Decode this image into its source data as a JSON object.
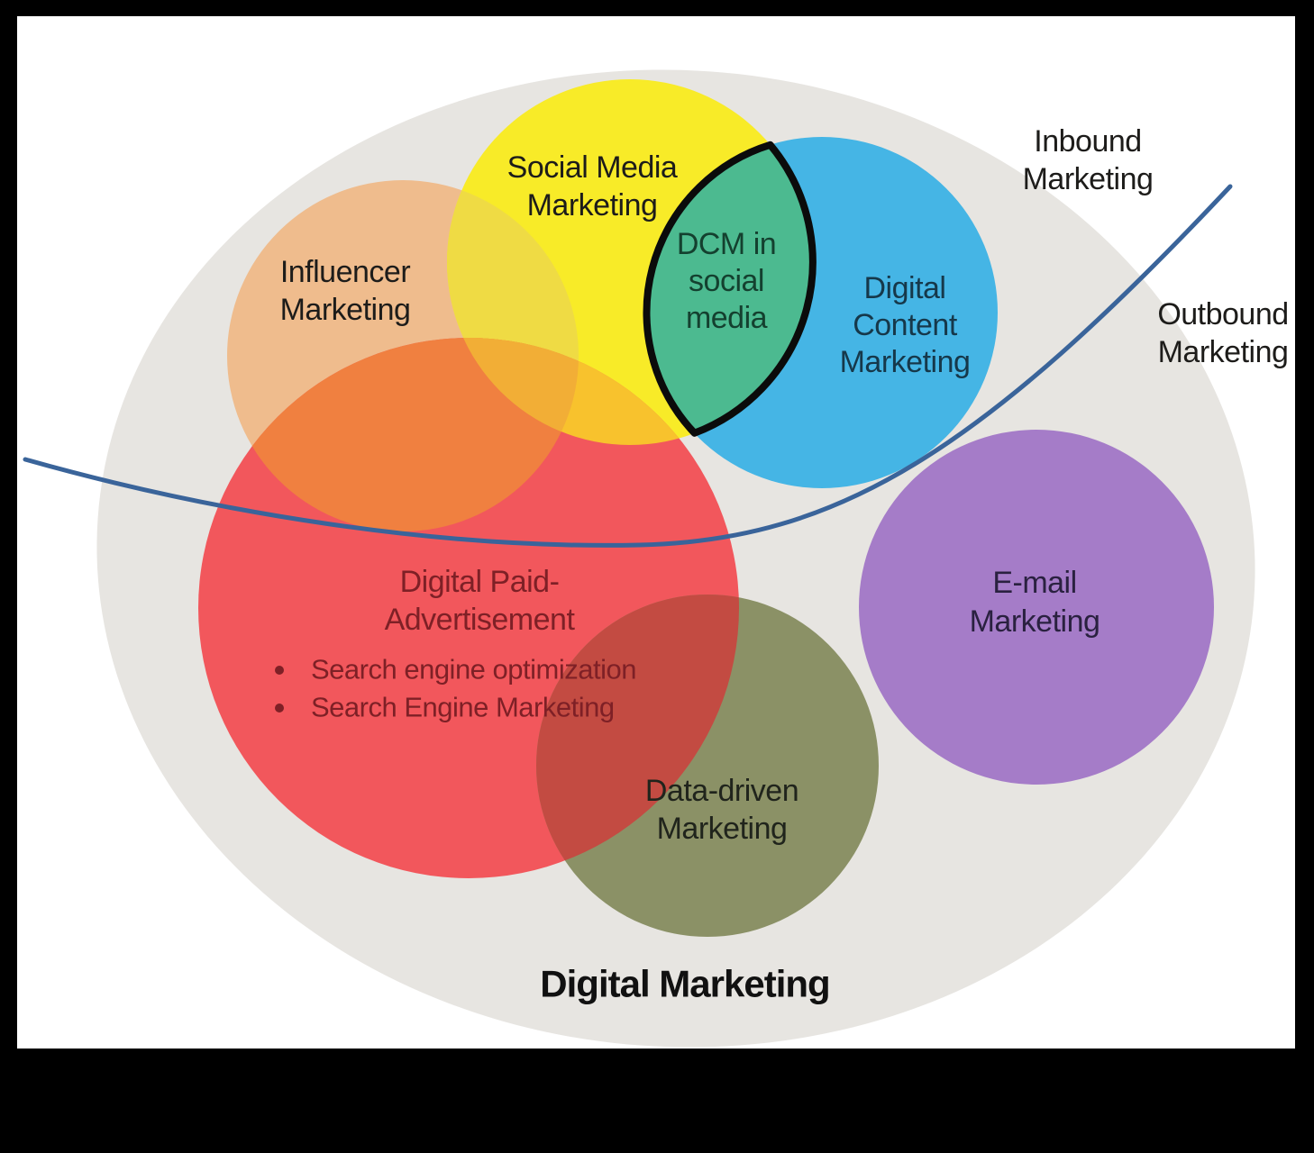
{
  "diagram": {
    "type": "euler-venn",
    "outer_region_label": "Digital Marketing",
    "dividing_curve": "separates Inbound Marketing (upper area) from Outbound Marketing (lower-right area)",
    "sets": [
      {
        "name": "Digital Marketing",
        "role": "outer-ellipse"
      },
      {
        "name": "Social Media Marketing",
        "role": "circle"
      },
      {
        "name": "Influencer Marketing",
        "role": "circle"
      },
      {
        "name": "Digital Content Marketing",
        "role": "circle"
      },
      {
        "name": "DCM in social media",
        "role": "intersection of Social Media Marketing and Digital Content Marketing"
      },
      {
        "name": "Digital Paid-Advertisement",
        "role": "circle"
      },
      {
        "name": "Data-driven Marketing",
        "role": "circle"
      },
      {
        "name": "E-mail Marketing",
        "role": "circle"
      }
    ]
  },
  "labels": {
    "social_media": {
      "line1": "Social Media",
      "line2": "Marketing"
    },
    "influencer": {
      "line1": "Influencer",
      "line2": "Marketing"
    },
    "dcm": {
      "line1": "DCM in",
      "line2": "social",
      "line3": "media"
    },
    "digital_content": {
      "line1": "Digital",
      "line2": "Content",
      "line3": "Marketing"
    },
    "inbound": {
      "line1": "Inbound",
      "line2": "Marketing"
    },
    "outbound": {
      "line1": "Outbound",
      "line2": "Marketing"
    },
    "paid": {
      "line1": "Digital Paid-",
      "line2": "Advertisement"
    },
    "paid_bullets": [
      {
        "marker": "•",
        "text": "Search engine optimization"
      },
      {
        "marker": "•",
        "text": "Search Engine Marketing"
      }
    ],
    "email": {
      "line1": "E-mail",
      "line2": "Marketing"
    },
    "data_driven": {
      "line1": "Data-driven",
      "line2": "Marketing"
    },
    "title": "Digital Marketing"
  },
  "palette": {
    "frame": "#000000",
    "canvas": "#ffffff",
    "outer_ellipse": "#e7e5e1",
    "influencer": "#efbc8d",
    "social": "#f8eb28",
    "social_influencer": "#efdb44",
    "paid": "#f2575c",
    "paid_influencer": "#f08040",
    "paid_social": "#f8c22d",
    "paid_social_influencer": "#f2ae36",
    "data_driven": "#8b9166",
    "paid_data": "#c34b42",
    "content": "#45b5e5",
    "lens_fill": "#4cba90",
    "lens_stroke": "#0b0b0b",
    "email": "#a57cc8",
    "curve": "#3a649a",
    "text_black": "#1d1c1a",
    "text_dcm": "#14402f",
    "text_content": "#16384a",
    "text_paid": "#7e2026",
    "text_email": "#2a2140",
    "text_data": "#20241c",
    "text_title": "#111111"
  }
}
